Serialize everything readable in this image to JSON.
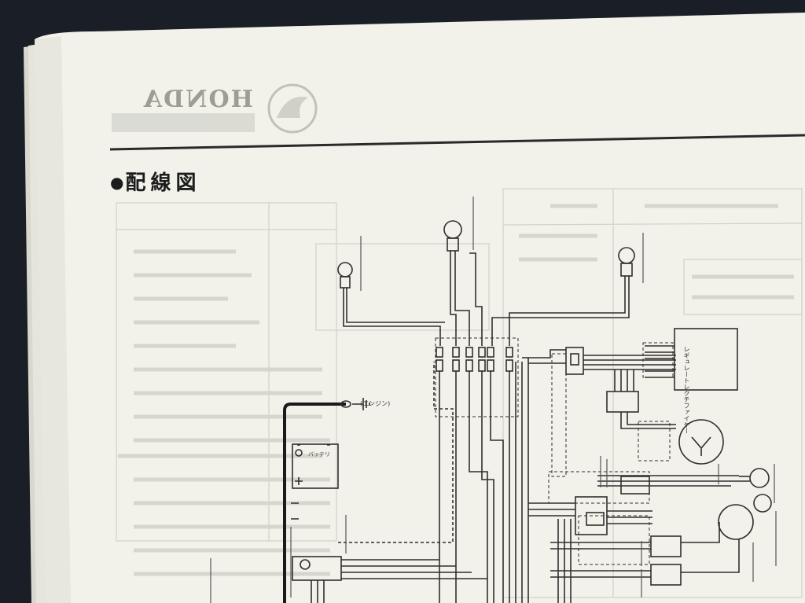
{
  "header": {
    "logo_text": "HONDA",
    "logo_emblem": "honda-wing-emblem"
  },
  "page": {
    "title_bullet": "●",
    "title": "配線図"
  },
  "diagram": {
    "labels": {
      "engine": "(エンジン)",
      "battery": "バッテリ",
      "regulator": "レギュレートレクチファイヤー"
    }
  },
  "colors": {
    "paper": "#f2f1ea",
    "ink": "#2a2a2a",
    "background": "#1a1e27",
    "faded_print": "#c8c8c0"
  }
}
